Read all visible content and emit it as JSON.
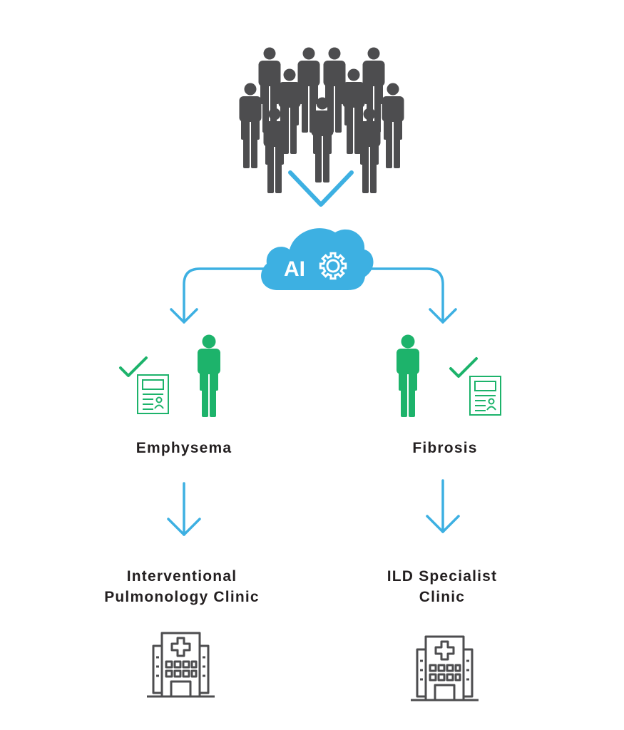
{
  "colors": {
    "person_gray": "#4d4d4f",
    "flow_blue": "#3db0e2",
    "cloud_blue": "#3db0e2",
    "selected_green": "#1db36b",
    "text_dark": "#231f20",
    "building_gray": "#4d4d4f"
  },
  "cloud": {
    "label": "AI",
    "icon": "gear-icon"
  },
  "branches": [
    {
      "condition": "Emphysema",
      "destination_line1": "Interventional",
      "destination_line2": "Pulmonology Clinic",
      "patient_icon": "person-icon",
      "report_icon": "checked-report-icon",
      "facility_icon": "hospital-icon"
    },
    {
      "condition": "Fibrosis",
      "destination_line1": "ILD Specialist",
      "destination_line2": "Clinic",
      "patient_icon": "person-icon",
      "report_icon": "checked-report-icon",
      "facility_icon": "hospital-icon"
    }
  ],
  "crowd": {
    "icon": "people-crowd-icon"
  }
}
